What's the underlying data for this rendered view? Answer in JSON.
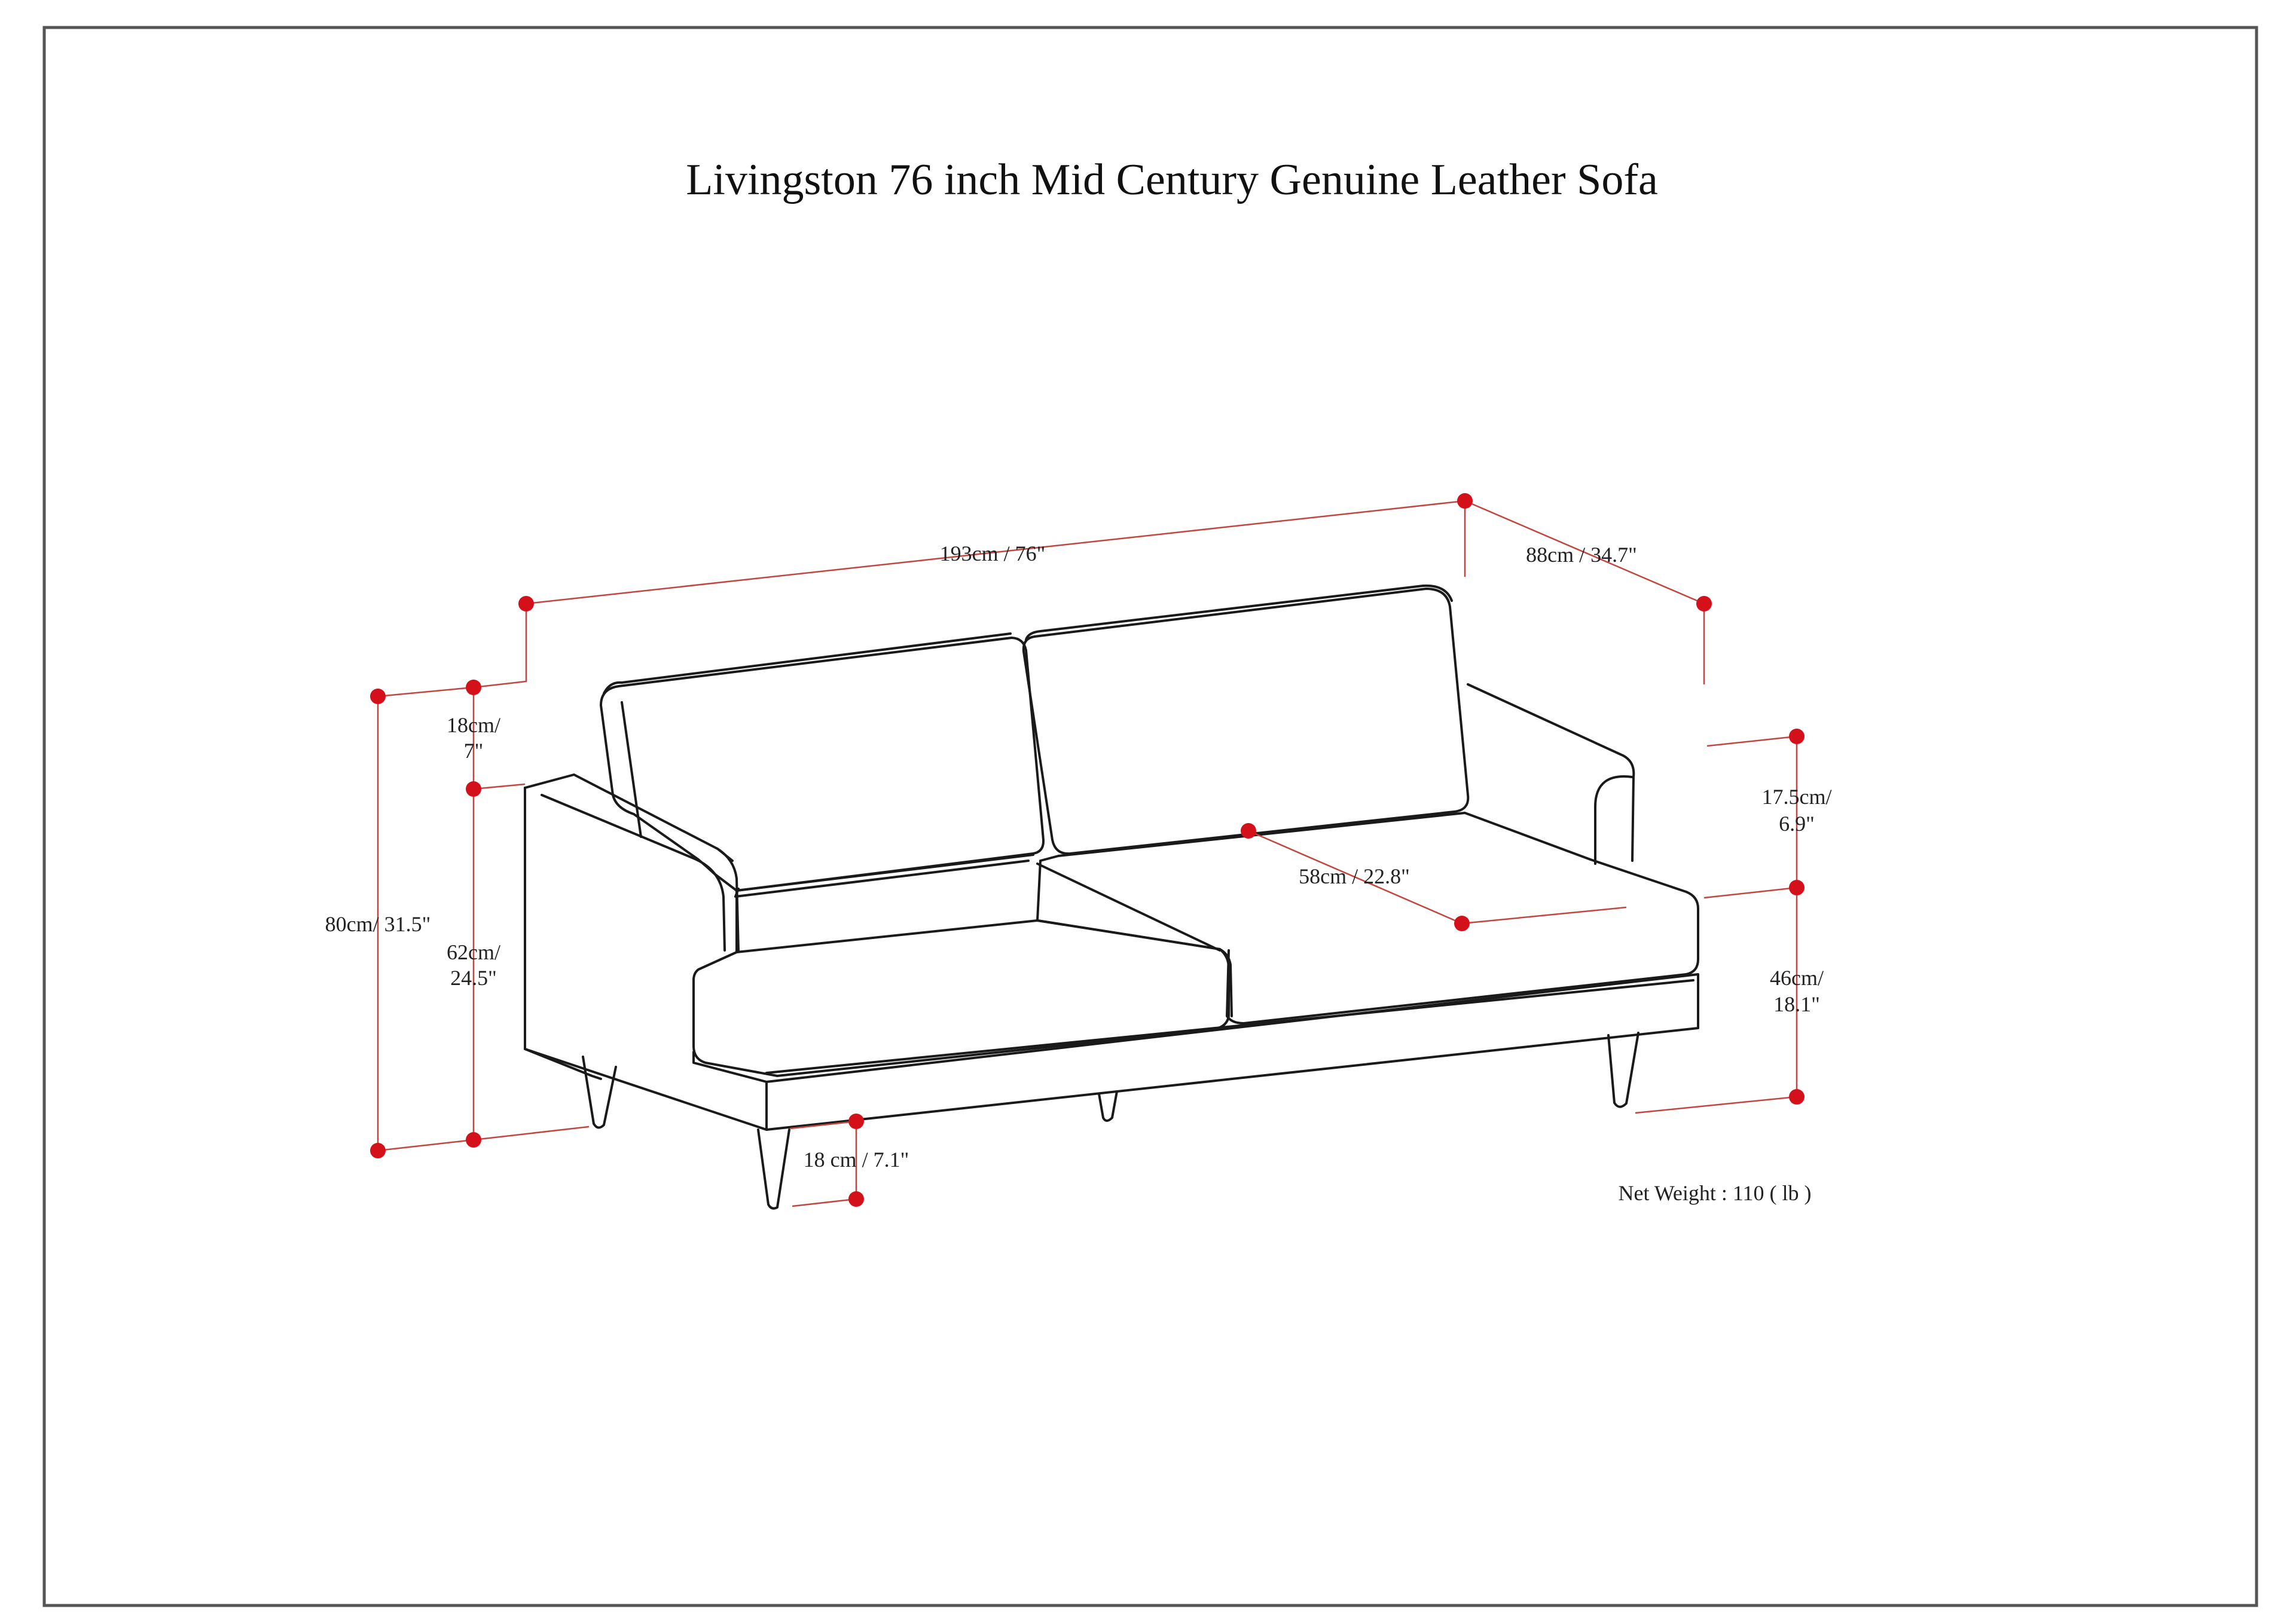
{
  "title": "Livingston 76 inch Mid Century Genuine Leather Sofa",
  "dimensions": {
    "width": "193cm / 76\"",
    "depth": "88cm / 34.7\"",
    "arm_height_line1": "18cm/",
    "arm_height_line2": "7\"",
    "overall_height": "80cm/ 31.5\"",
    "arm_floor_height_line1": "62cm/",
    "arm_floor_height_line2": "24.5\"",
    "seat_depth": "58cm / 22.8\"",
    "back_height_line1": "17.5cm/",
    "back_height_line2": "6.9\"",
    "seat_height_line1": "46cm/",
    "seat_height_line2": "18.1\"",
    "leg_height": "18 cm / 7.1\""
  },
  "net_weight": "Net Weight : 110 ( lb )",
  "colors": {
    "dimension_line": "#c2453f",
    "dimension_dot": "#d4111b",
    "outline": "#1a1a1a",
    "frame": "#555555"
  }
}
